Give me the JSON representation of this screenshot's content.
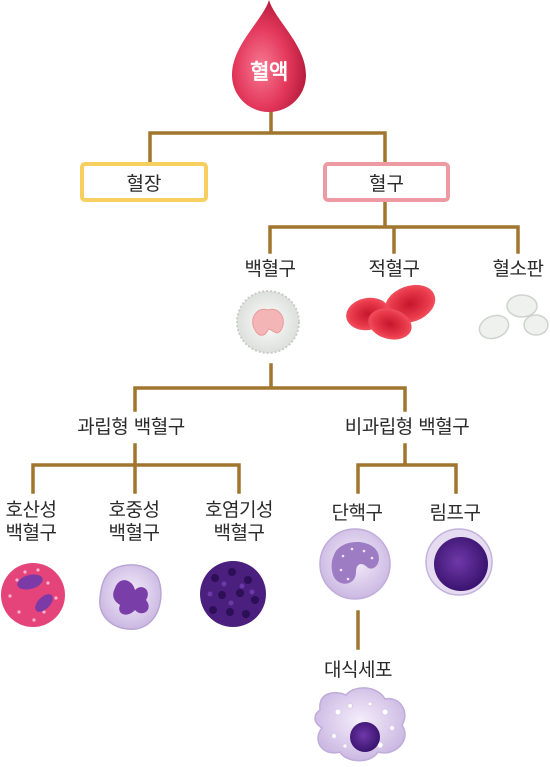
{
  "root": {
    "label": "혈액"
  },
  "level1": {
    "plasma": "혈장",
    "cells": "혈구"
  },
  "level2": {
    "wbc": "백혈구",
    "rbc": "적혈구",
    "platelet": "혈소판"
  },
  "level3": {
    "granulocyte": "과립형  백혈구",
    "agranulocyte": "비과립형  백혈구"
  },
  "level4": {
    "eosinophil": [
      "호산성",
      "백혈구"
    ],
    "neutrophil": [
      "호중성",
      "백혈구"
    ],
    "basophil": [
      "호염기성",
      "백혈구"
    ],
    "monocyte": "단핵구",
    "lymphocyte": "림프구",
    "macrophage": "대식세포"
  },
  "colors": {
    "line": "#a0752e",
    "plasma_border": "#f6cf5e",
    "cells_border": "#ee9aa3",
    "blood_drop": "#e5405f"
  }
}
